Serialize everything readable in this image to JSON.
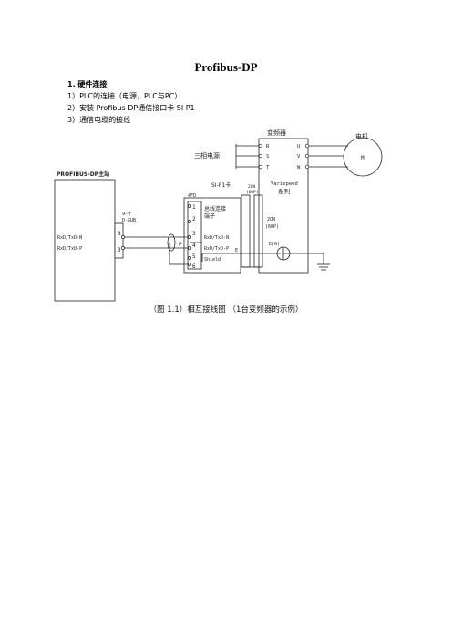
{
  "title": "Profibus-DP",
  "lines": [
    "1. 硬件连接",
    "1）PLC的连接（电源，PLC与PC）",
    "2）安装 Profibus DP通信接口卡 SI P1",
    "3）通信电缆的接线"
  ],
  "caption": "（图 1.1）相互接线图 （1台变频器的示例）",
  "diagram": {
    "inverter_label": "变频器",
    "motor_label": "电机",
    "motor_symbol": "M",
    "power_label": "三相电源",
    "input_terminals": [
      "R",
      "S",
      "T"
    ],
    "output_terminals": [
      "U",
      "V",
      "W"
    ],
    "series_line1": "Varispeed",
    "series_line2": "系列",
    "master_label": "PROFIBUS-DP主站",
    "dsub_line1": "9-针",
    "dsub_line2": "D-SUB",
    "master_pin_labels": [
      "RxD/TxD-N",
      "RxD/TxD-P"
    ],
    "dsub_pins": [
      "8",
      "3"
    ],
    "card_label": "SI-P1卡",
    "card_port": "4FD",
    "terminal_block_line1": "总线连接",
    "terminal_block_line2": "端子",
    "card_pins": [
      "1",
      "2",
      "3",
      "4",
      "5",
      "6"
    ],
    "card_signal_labels": [
      "RxD/TxD-N",
      "RxD/TxD-P",
      "Shield"
    ],
    "connector_top_line1": "2CN",
    "connector_top_line2": "(60P)",
    "connector_mid_line1": "2CN",
    "connector_mid_line2": "(60P)",
    "cable_label": "P",
    "ground_label": "E",
    "ground_terminal_label": "E(G)"
  },
  "colors": {
    "ink": "#222222",
    "shade": "#f2f2f2"
  }
}
